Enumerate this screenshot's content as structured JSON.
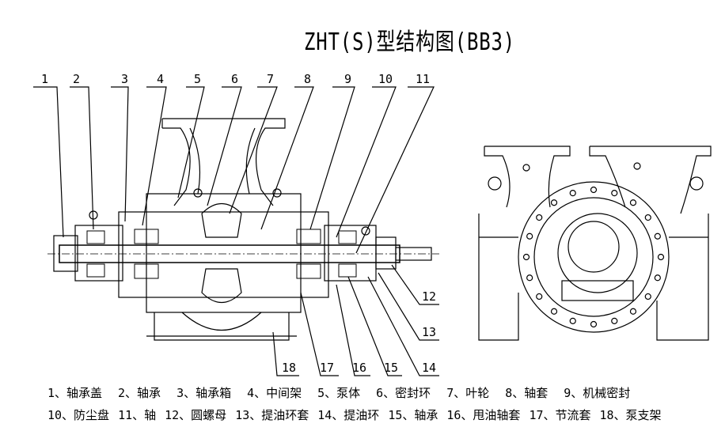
{
  "title": "ZHT(S)型结构图(BB3)",
  "callouts": [
    "1",
    "2",
    "3",
    "4",
    "5",
    "6",
    "7",
    "8",
    "9",
    "10",
    "11",
    "12",
    "13",
    "14",
    "15",
    "16",
    "17",
    "18"
  ],
  "legend_row1": [
    "1、轴承盖",
    "2、轴承",
    "3、轴承箱",
    "4、中间架",
    "5、泵体",
    "6、密封环",
    "7、叶轮",
    "8、轴套",
    "9、机械密封"
  ],
  "legend_row2": [
    "10、防尘盘",
    "11、轴",
    "12、圆螺母",
    "13、提油环套",
    "14、提油环",
    "15、轴承",
    "16、甩油轴套",
    "17、节流套",
    "18、泵支架"
  ]
}
